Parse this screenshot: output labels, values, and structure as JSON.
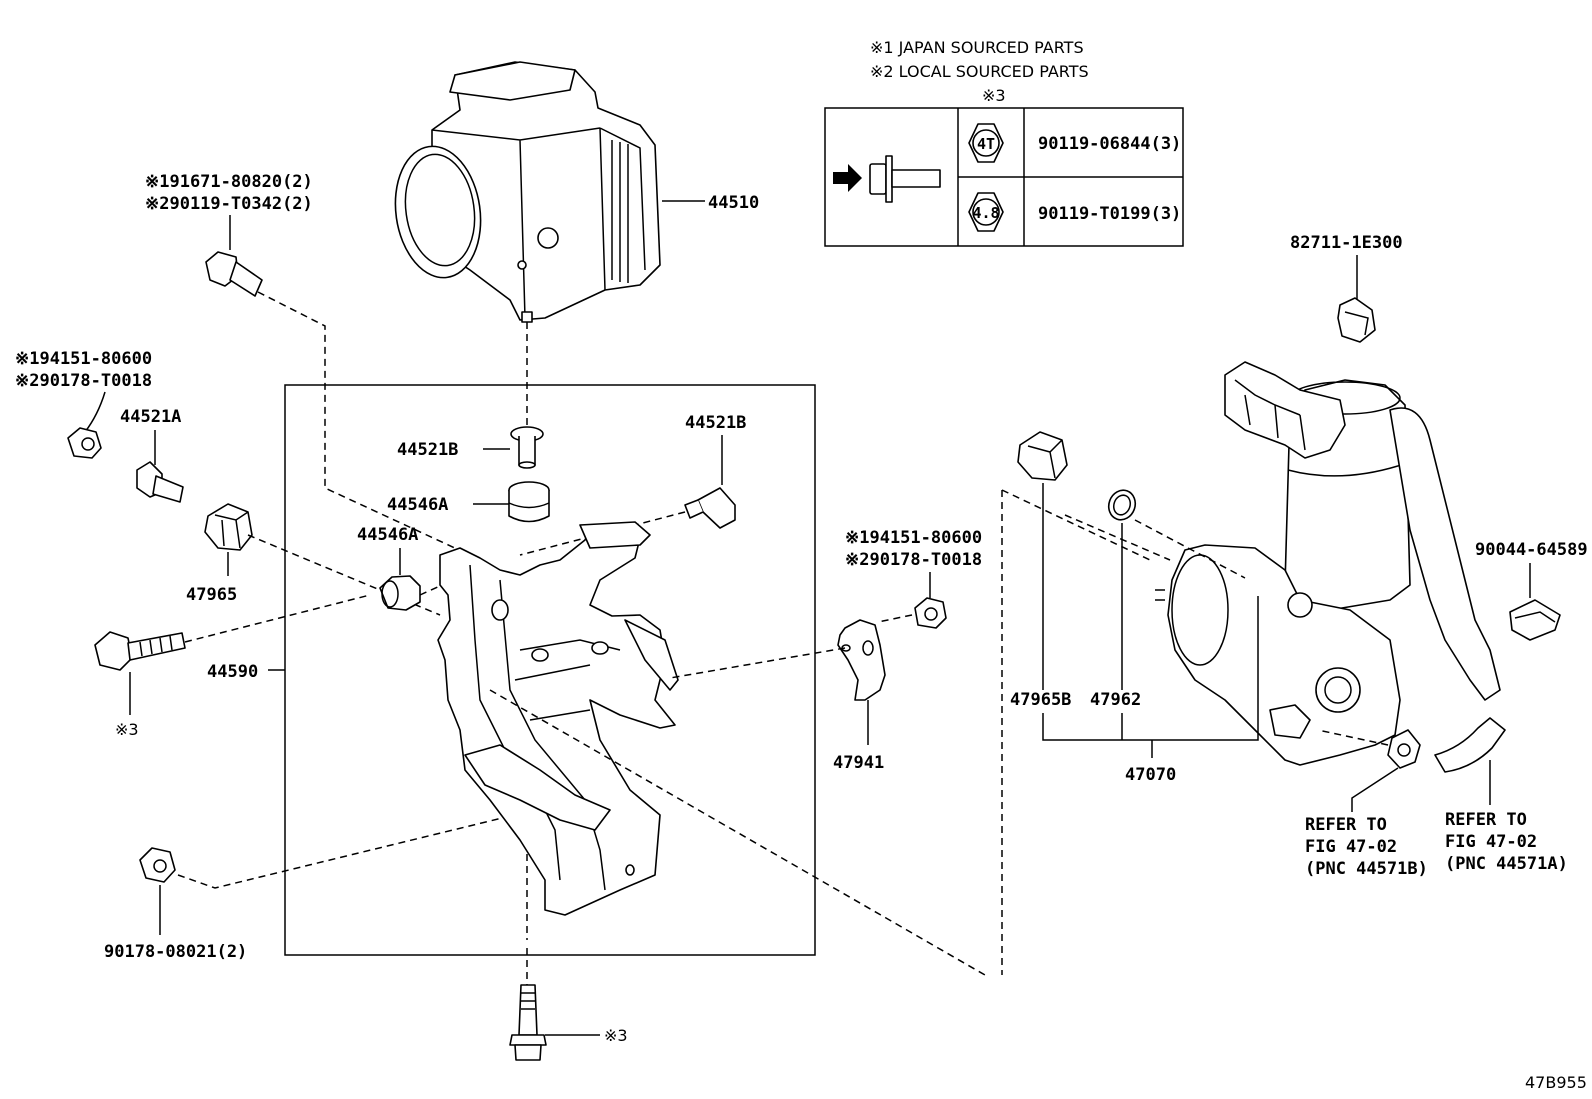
{
  "legend": {
    "line1": "※1 JAPAN SOURCED PARTS",
    "line2": "※2 LOCAL SOURCED PARTS",
    "line3": "※3",
    "rows": [
      {
        "grade": "4T",
        "part": "90119-06844(3)"
      },
      {
        "grade": "4.8",
        "part": "90119-T0199(3)"
      }
    ]
  },
  "parts": {
    "actuator": "44510",
    "bolt_a1": "※191671-80820(2)",
    "bolt_a2": "※290119-T0342(2)",
    "nut_l1": "※194151-80600",
    "nut_l2": "※290178-T0018",
    "collar_a_left": "44521A",
    "collar_b_center": "44521B",
    "collar_b_right": "44521B",
    "cushion_a_top": "44546A",
    "cushion_a_mid": "44546A",
    "cushion_47965": "47965",
    "bracket": "44590",
    "ref3_bolt": "※3",
    "nut_bottom": "90178-08021(2)",
    "ref3_bottom": "※3",
    "nut_r1": "※194151-80600",
    "nut_r2": "※290178-T0018",
    "bracket_47941": "47941",
    "clip_82711": "82711-1E300",
    "clamp_90044": "90044-64589",
    "cushion_47965b": "47965B",
    "oring_47962": "47962",
    "pump_assy": "47070",
    "refer_b1": "REFER TO",
    "refer_b2": "FIG 47-02",
    "refer_b3": "(PNC 44571B)",
    "refer_a1": "REFER TO",
    "refer_a2": "FIG 47-02",
    "refer_a3": "(PNC 44571A)",
    "figure_code": "47B955"
  }
}
